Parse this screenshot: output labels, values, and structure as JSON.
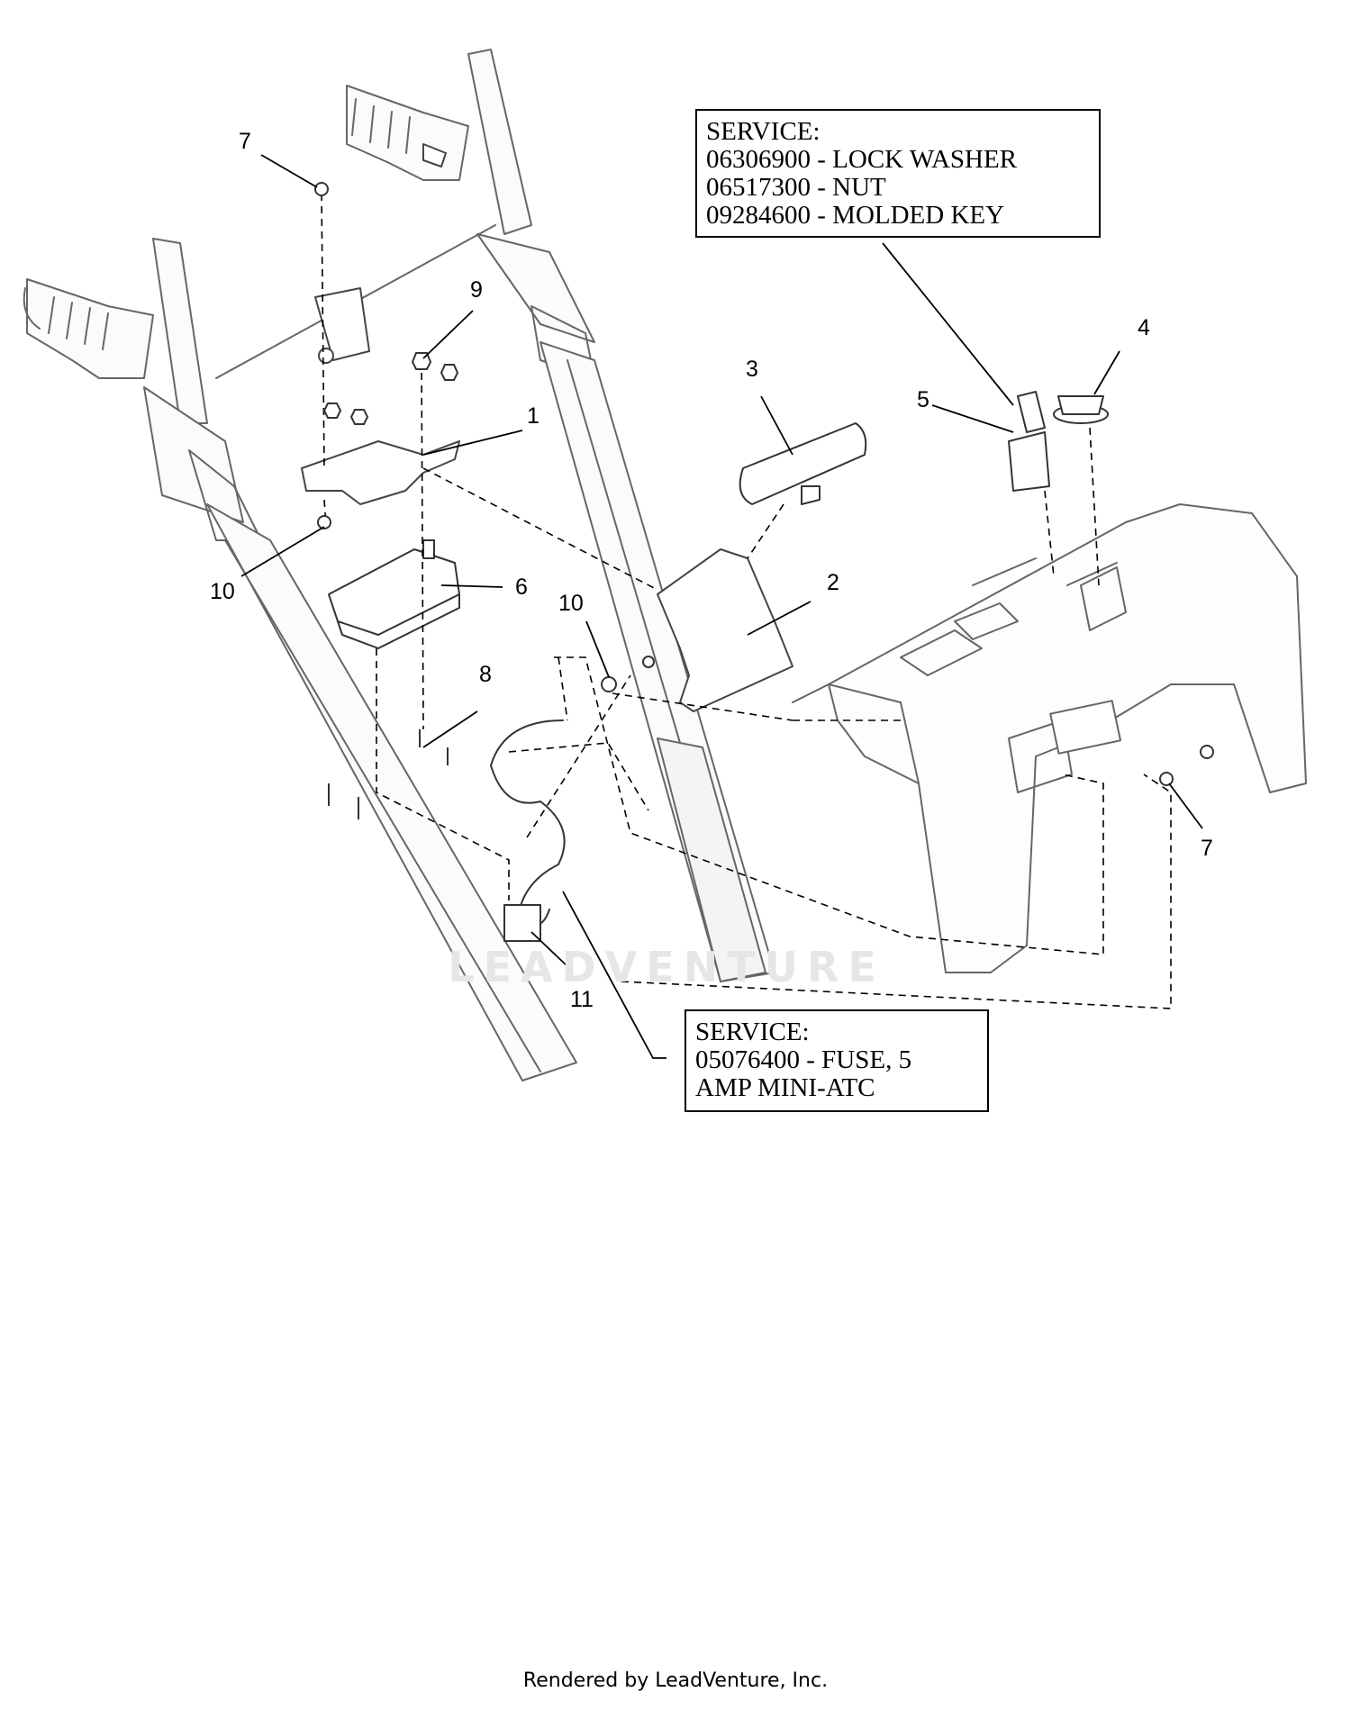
{
  "callouts": {
    "c1": "1",
    "c2": "2",
    "c3": "3",
    "c4": "4",
    "c5": "5",
    "c6": "6",
    "c7a": "7",
    "c7b": "7",
    "c8": "8",
    "c9": "9",
    "c10a": "10",
    "c10b": "10",
    "c11": "11"
  },
  "service_key": {
    "line1": "SERVICE:",
    "line2": "06306900 - LOCK WASHER",
    "line3": "06517300 - NUT",
    "line4": "09284600 - MOLDED KEY"
  },
  "service_fuse": {
    "line1": "SERVICE:",
    "line2": "05076400 - FUSE, 5",
    "line3": "AMP MINI-ATC"
  },
  "watermark": "LEADVENTURE",
  "footer": "Rendered by LeadVenture, Inc."
}
